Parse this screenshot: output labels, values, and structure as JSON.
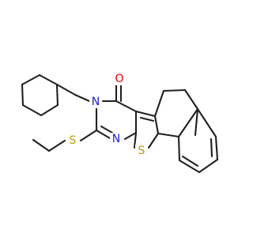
{
  "molecule": {
    "atoms": [
      {
        "id": "O1",
        "label": "O"
      },
      {
        "id": "N1",
        "label": "N"
      },
      {
        "id": "N2",
        "label": "N"
      },
      {
        "id": "S1",
        "label": "S"
      },
      {
        "id": "S2",
        "label": "S"
      }
    ],
    "colors": {
      "bond": "#202020",
      "O": "#e00000",
      "N": "#2020d0",
      "S": "#b0a000"
    }
  }
}
